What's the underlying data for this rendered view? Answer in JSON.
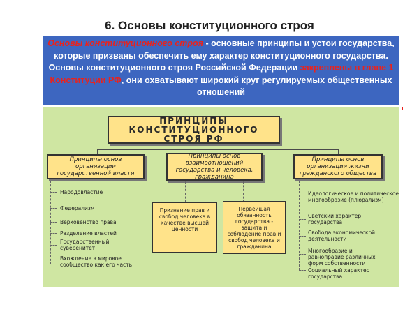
{
  "slide": {
    "title": "6. Основы конституционного строя"
  },
  "definition": {
    "term": "Основы конституционного строя",
    "text_1": " - основные принципы и устои государства, которые призваны обеспечить ему характер конституционного государства. Основы конституционного строя Российской Федерации ",
    "highlight": "закреплены в главе 1 Конституции РФ",
    "text_2": ", они охватывают широкий круг регулируемых общественных отношений"
  },
  "diagram": {
    "main": {
      "line_1": "ПРИНЦИПЫ",
      "line_2": "КОНСТИТУЦИОННОГО СТРОЯ РФ"
    },
    "categories": [
      {
        "lines": [
          "Принципы основ",
          "организации",
          "государственной власти"
        ]
      },
      {
        "lines": [
          "Принципы основ",
          "взаимоотношений",
          "государства и человека,",
          "гражданина"
        ]
      },
      {
        "lines": [
          "Принципы основ",
          "организации жизни",
          "гражданского общества"
        ]
      }
    ],
    "left_items": [
      "Народовластие",
      "Федерализм",
      "Верховенство права",
      "Разделение властей",
      "Государственный суверенитет",
      "Вхождение в мировое сообщество как его часть"
    ],
    "middle_boxes": [
      "Признание прав и свобод человека в качестве высшей ценности",
      "Первейшая обязанность государства - защита и соблюдение прав и свобод человека и гражданина"
    ],
    "right_items": [
      "Идеологическое и политическое многообразие (плюрализм)",
      "Светский характер государства",
      "Свобода экономической деятельности",
      "Многообразие и равноправие различных форм собственности",
      "Социальный характер государства"
    ]
  },
  "colors": {
    "definition_background": "#3d66c0",
    "highlight_red": "#e8231e",
    "diagram_background": "#cfe6a2",
    "box_fill": "#ffe38a"
  }
}
